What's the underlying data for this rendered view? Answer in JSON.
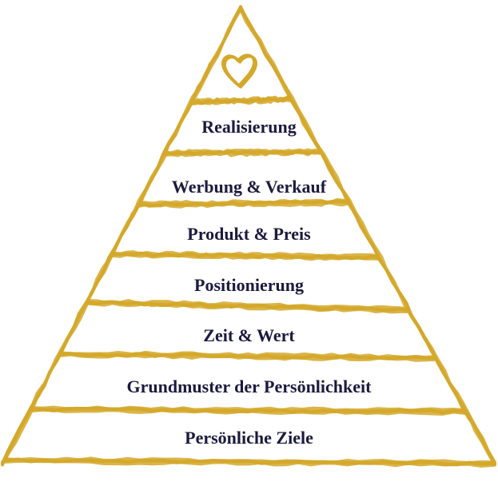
{
  "diagram": {
    "layers": [
      {
        "label": "Realisierung"
      },
      {
        "label": "Werbung & Verkauf"
      },
      {
        "label": "Produkt & Preis"
      },
      {
        "label": "Positionierung"
      },
      {
        "label": "Zeit & Wert"
      },
      {
        "label": "Grundmuster der Persönlichkeit"
      },
      {
        "label": "Persönliche Ziele"
      }
    ],
    "apex_symbol": "heart-icon"
  },
  "colors": {
    "stroke": "#D4A82A",
    "text": "#1B1A3E",
    "background": "#FFFFFF"
  }
}
